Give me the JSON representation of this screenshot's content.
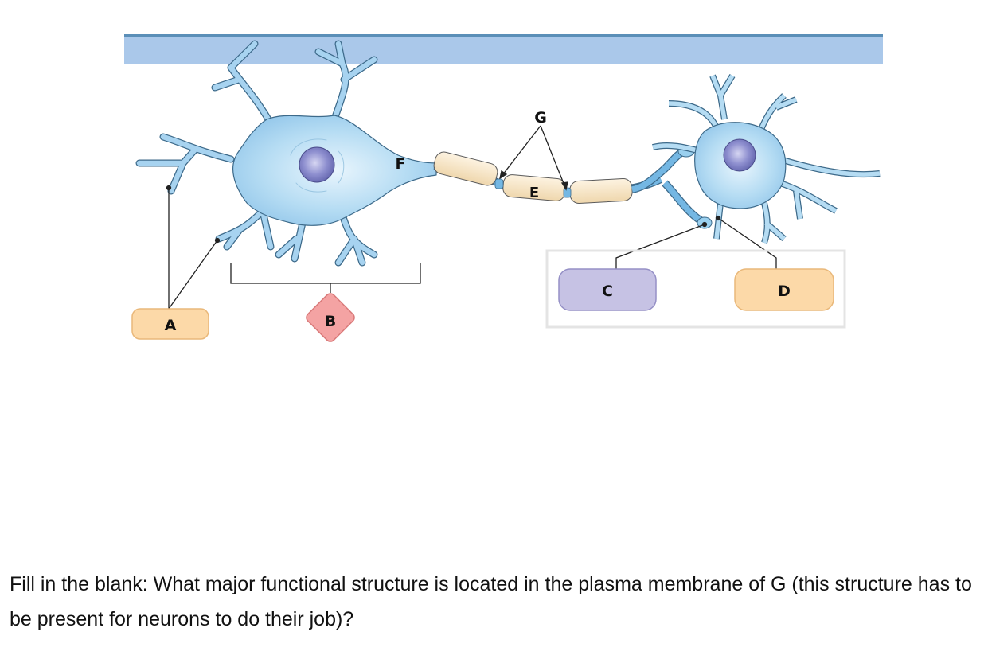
{
  "diagram": {
    "title": "Neuron structure diagram",
    "labels": {
      "A": "A",
      "B": "B",
      "C": "C",
      "D": "D",
      "E": "E",
      "F": "F",
      "G": "G"
    },
    "colors": {
      "membrane_band": "#aac8ea",
      "membrane_edge": "#5b8fb8",
      "neuron_body": "#a7d3f0",
      "neuron_outline": "#3d6a8a",
      "nucleus": "#7d7fc2",
      "myelin": "#f6e4c4",
      "myelin_outline": "#5a5a5a",
      "node": "#74b7e3",
      "box_A": "#fcd9a8",
      "box_B": "#f4a3a3",
      "box_C": "#c6c2e4",
      "box_D": "#fcd9a8",
      "group_frame": "#e4e4e4"
    }
  },
  "question": {
    "text": "Fill in the blank: What major functional structure is located in the plasma membrane of G (this structure has to be present for neurons to do their job)?"
  }
}
